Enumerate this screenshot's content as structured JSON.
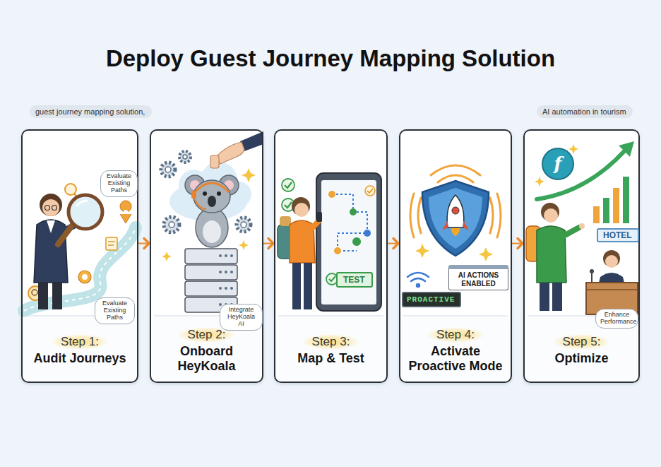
{
  "diagram": {
    "title": "Deploy Guest Journey Mapping Solution",
    "nodes": [
      {
        "text": [
          "guest journey mapping solution,"
        ]
      },
      {
        "text": [
          "AI automation in tourism"
        ]
      },
      {
        "text": [
          "Step 1:",
          "Audit Journeys"
        ]
      },
      {
        "text": [
          "Evaluate Existing Paths"
        ],
        "in": 2
      },
      {
        "text": [
          "Evaluate Existing Paths"
        ],
        "in": 2
      },
      {
        "text": [
          "Step 2:",
          "Onboard HeyKoala"
        ]
      },
      {
        "text": [
          "Integrate HeyKoala AI"
        ],
        "in": 5
      },
      {
        "text": [
          "Step 3:",
          "Map & Test"
        ]
      },
      {
        "text": [
          "TEST"
        ],
        "in": 7
      },
      {
        "text": [
          "Step 4:",
          "Activate Proactive Mode"
        ]
      },
      {
        "text": [
          "PROACTIVE"
        ],
        "in": 9
      },
      {
        "text": [
          "AI ACTIONS ENABLED"
        ],
        "in": 9
      },
      {
        "text": [
          "Step 5:",
          "Optimize"
        ]
      },
      {
        "text": [
          "HOTEL"
        ],
        "in": 12
      },
      {
        "text": [
          "Enhance Performance"
        ],
        "in": 12
      }
    ],
    "edges": [
      {
        "from": 2,
        "to": 5,
        "arrow": "to"
      },
      {
        "from": 5,
        "to": 7,
        "arrow": "to"
      },
      {
        "from": 7,
        "to": 9,
        "arrow": "to"
      },
      {
        "from": 9,
        "to": 12,
        "arrow": "to"
      }
    ],
    "labels": [
      "f"
    ]
  }
}
